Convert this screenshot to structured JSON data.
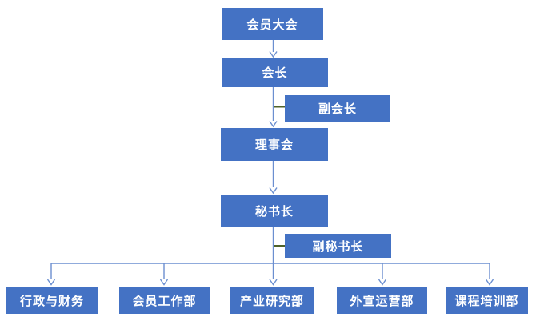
{
  "colors": {
    "box_fill": "#4472C4",
    "box_text": "#FFFFFF",
    "connector_blue": "#6b8fd0",
    "connector_olive": "#4F6228",
    "background": "#FFFFFF"
  },
  "org": {
    "nodes": [
      {
        "id": "members",
        "label": "会员大会",
        "level": 1
      },
      {
        "id": "president",
        "label": "会长",
        "level": 2
      },
      {
        "id": "vice_president",
        "label": "副会长",
        "level": 2
      },
      {
        "id": "council",
        "label": "理事会",
        "level": 3
      },
      {
        "id": "secretary_general",
        "label": "秘书长",
        "level": 4
      },
      {
        "id": "deputy_secretary",
        "label": "副秘书长",
        "level": 4
      },
      {
        "id": "admin_finance",
        "label": "行政与财务",
        "level": 5
      },
      {
        "id": "member_work",
        "label": "会员工作部",
        "level": 5
      },
      {
        "id": "industry_research",
        "label": "产业研究部",
        "level": 5
      },
      {
        "id": "publicity_ops",
        "label": "外宣运营部",
        "level": 5
      },
      {
        "id": "training",
        "label": "课程培训部",
        "level": 5
      }
    ],
    "edges": [
      {
        "from": "会员大会",
        "to": "会长",
        "style": "blue-arrow"
      },
      {
        "from": "会长",
        "to": "副会长",
        "style": "olive-side"
      },
      {
        "from": "会长",
        "to": "理事会",
        "style": "blue-arrow"
      },
      {
        "from": "理事会",
        "to": "秘书长",
        "style": "blue-arrow"
      },
      {
        "from": "秘书长",
        "to": "副秘书长",
        "style": "olive-side"
      },
      {
        "from": "秘书长",
        "to": "行政与财务",
        "style": "blue-arrow"
      },
      {
        "from": "秘书长",
        "to": "会员工作部",
        "style": "blue-arrow"
      },
      {
        "from": "秘书长",
        "to": "产业研究部",
        "style": "blue-arrow"
      },
      {
        "from": "秘书长",
        "to": "外宣运营部",
        "style": "blue-arrow"
      },
      {
        "from": "秘书长",
        "to": "课程培训部",
        "style": "blue-arrow"
      }
    ]
  }
}
